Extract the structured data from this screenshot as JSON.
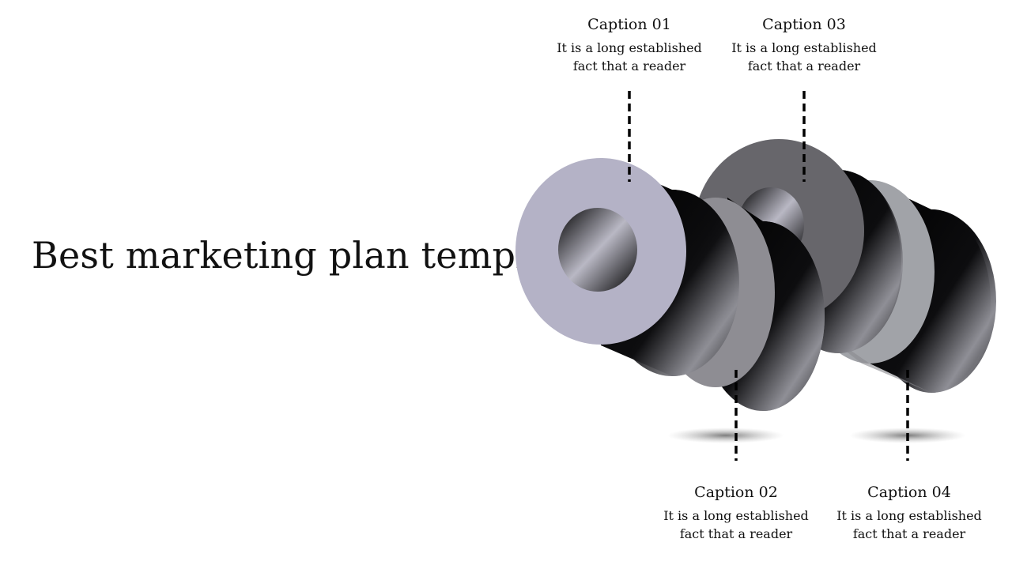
{
  "slide": {
    "title": "Best marketing plan template"
  },
  "captions": [
    {
      "heading": "Caption 01",
      "line1": "It is a long established",
      "line2": "fact that  a reader"
    },
    {
      "heading": "Caption 02",
      "line1": "It is a long established",
      "line2": "fact that  a reader"
    },
    {
      "heading": "Caption 03",
      "line1": "It is a long established",
      "line2": "fact that  a reader"
    },
    {
      "heading": "Caption 04",
      "line1": "It is a long established",
      "line2": "fact that  a reader"
    }
  ],
  "colors": {
    "ring_light_lavender": "#b4b2c6",
    "ring_gray": "#8e8d93",
    "ring_dark_gray": "#67666b",
    "ring_silver": "#a1a3a8",
    "cylinder_dark": "#111111",
    "connector": "#000000"
  }
}
